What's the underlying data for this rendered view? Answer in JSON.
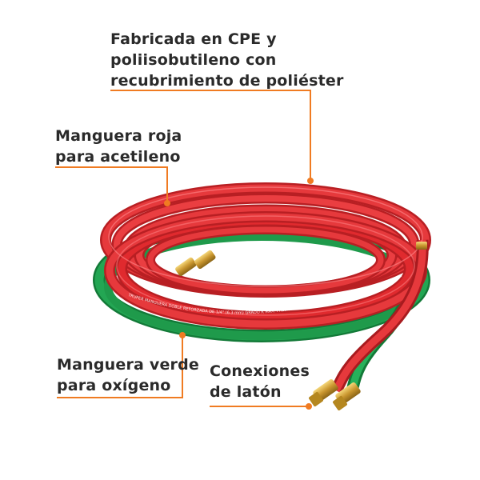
{
  "callouts": {
    "material": {
      "line1": "Fabricada en CPE y",
      "line2": "poliisobutileno con",
      "line3": "recubrimiento de poliéster"
    },
    "red_hose": {
      "line1": "Manguera roja",
      "line2": "para acetileno"
    },
    "green_hose": {
      "line1": "Manguera verde",
      "line2": "para oxígeno"
    },
    "fittings": {
      "line1": "Conexiones",
      "line2": "de latón"
    }
  },
  "hose_print": "TRUPER MANGUERA DOBLE REFORZADA DE 1/4\" (6.3 mm) GRADO R MAX. PRESIÓN DE TRABAJO 300 PSI (2068 kPa) CUMPLE CON RMA/CGA",
  "colors": {
    "accent": "#f07b22",
    "red_hose": "#e02a2e",
    "green_hose": "#1f9a4b",
    "brass": "#d9ad45",
    "text": "#2a2a2a"
  },
  "icons": [
    "red-hose-icon",
    "green-hose-icon",
    "brass-fitting-icon"
  ]
}
